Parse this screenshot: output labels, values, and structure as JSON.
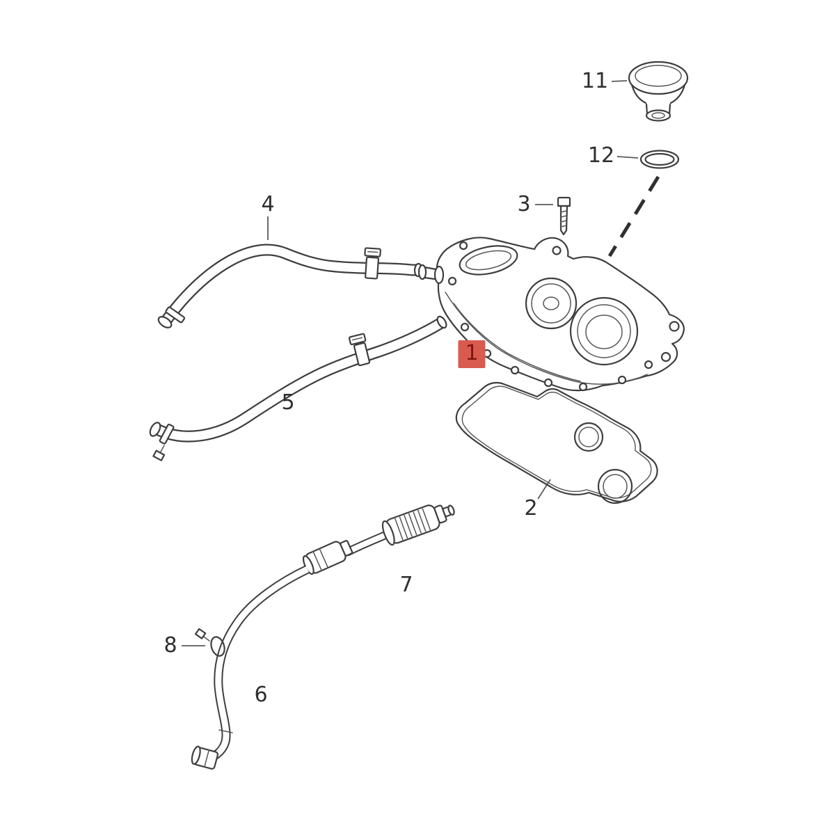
{
  "diagram": {
    "type": "exploded-parts-diagram",
    "background_color": "#ffffff",
    "line_color": "#3e3e3e",
    "label_color": "#2e2e2e",
    "highlight": {
      "background": "#d95b50",
      "text": "#7e150e"
    },
    "parts": [
      {
        "number": "1",
        "highlighted": true
      },
      {
        "number": "2",
        "highlighted": false
      },
      {
        "number": "3",
        "highlighted": false
      },
      {
        "number": "4",
        "highlighted": false
      },
      {
        "number": "5",
        "highlighted": false
      },
      {
        "number": "6",
        "highlighted": false
      },
      {
        "number": "7",
        "highlighted": false
      },
      {
        "number": "8",
        "highlighted": false
      },
      {
        "number": "11",
        "highlighted": false
      },
      {
        "number": "12",
        "highlighted": false
      }
    ]
  }
}
